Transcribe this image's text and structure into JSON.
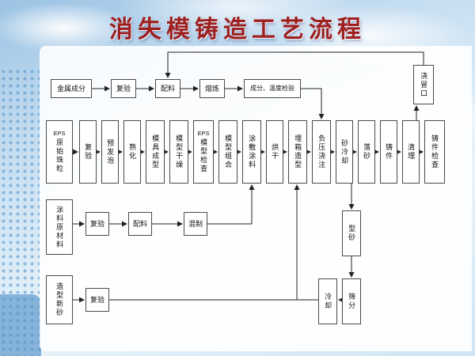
{
  "title": "消失模铸造工艺流程",
  "colors": {
    "title_text": "#9e1f1f",
    "sky_blue": "#9cc3e4",
    "dot_blue": "#5091c8",
    "box_border": "#4a4a4a",
    "connector": "#222222"
  },
  "flowchart": {
    "nodes": {
      "metal_composition": {
        "label": "金属成分"
      },
      "metal_recheck": {
        "label": "复验"
      },
      "metal_batching": {
        "label": "配料"
      },
      "melting": {
        "label": "熔炼"
      },
      "comp_temp_check": {
        "label": "成分、温度检验"
      },
      "riser": {
        "label": "浇冒口"
      },
      "eps_beads": {
        "label_prefix": "EPS",
        "label": "原始珠粒"
      },
      "eps_recheck": {
        "label": "复验"
      },
      "pre_foaming": {
        "label": "预发泡"
      },
      "aging": {
        "label": "熟化"
      },
      "mold_forming": {
        "label": "模具成型"
      },
      "model_drying": {
        "label": "模型干燥"
      },
      "eps_model_check": {
        "label_prefix": "EPS",
        "label": "模型检查"
      },
      "model_assembly": {
        "label": "模型组合"
      },
      "coating_application": {
        "label": "涂敷涂料"
      },
      "drying": {
        "label": "烘干"
      },
      "flask_molding": {
        "label": "埋箱造型"
      },
      "vacuum_pouring": {
        "label": "负压浇注"
      },
      "sand_cooling": {
        "label": "砂冷却"
      },
      "shakeout": {
        "label": "落砂"
      },
      "casting": {
        "label": "铸件"
      },
      "cleaning": {
        "label": "清理"
      },
      "casting_inspection": {
        "label": "铸件检查"
      },
      "coating_materials": {
        "label": "涂料原材料"
      },
      "coating_recheck": {
        "label": "复验"
      },
      "coating_batching": {
        "label": "配料"
      },
      "mixing": {
        "label": "混制"
      },
      "new_sand": {
        "label": "造型新砂"
      },
      "sand_recheck": {
        "label": "复验"
      },
      "cooling": {
        "label": "冷却"
      },
      "screening": {
        "label": "筛分"
      },
      "molding_sand": {
        "label": "型砂"
      }
    },
    "edges": [
      {
        "from": "metal_composition",
        "to": "metal_recheck"
      },
      {
        "from": "metal_recheck",
        "to": "metal_batching"
      },
      {
        "from": "metal_batching",
        "to": "melting"
      },
      {
        "from": "melting",
        "to": "comp_temp_check"
      },
      {
        "from": "comp_temp_check",
        "to": "vacuum_pouring"
      },
      {
        "from": "cleaning",
        "to": "riser"
      },
      {
        "from": "riser",
        "to": "metal_batching"
      },
      {
        "from": "eps_beads",
        "to": "eps_recheck"
      },
      {
        "from": "eps_recheck",
        "to": "pre_foaming"
      },
      {
        "from": "pre_foaming",
        "to": "aging"
      },
      {
        "from": "aging",
        "to": "mold_forming"
      },
      {
        "from": "mold_forming",
        "to": "model_drying"
      },
      {
        "from": "model_drying",
        "to": "eps_model_check"
      },
      {
        "from": "eps_model_check",
        "to": "model_assembly"
      },
      {
        "from": "model_assembly",
        "to": "coating_application"
      },
      {
        "from": "coating_application",
        "to": "drying"
      },
      {
        "from": "drying",
        "to": "flask_molding"
      },
      {
        "from": "flask_molding",
        "to": "vacuum_pouring"
      },
      {
        "from": "vacuum_pouring",
        "to": "sand_cooling"
      },
      {
        "from": "sand_cooling",
        "to": "shakeout"
      },
      {
        "from": "shakeout",
        "to": "casting"
      },
      {
        "from": "casting",
        "to": "cleaning"
      },
      {
        "from": "cleaning",
        "to": "casting_inspection"
      },
      {
        "from": "coating_materials",
        "to": "coating_recheck"
      },
      {
        "from": "coating_recheck",
        "to": "coating_batching"
      },
      {
        "from": "coating_batching",
        "to": "mixing"
      },
      {
        "from": "mixing",
        "to": "coating_application"
      },
      {
        "from": "new_sand",
        "to": "sand_recheck"
      },
      {
        "from": "sand_recheck",
        "to": "flask_molding"
      },
      {
        "from": "sand_cooling",
        "to": "molding_sand"
      },
      {
        "from": "molding_sand",
        "to": "screening"
      },
      {
        "from": "screening",
        "to": "cooling"
      },
      {
        "from": "cooling",
        "to": "flask_molding"
      }
    ]
  }
}
